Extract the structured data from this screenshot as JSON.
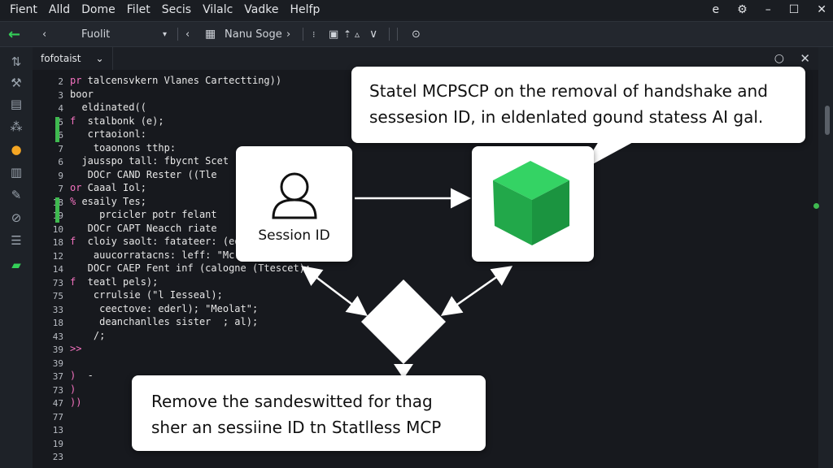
{
  "menubar": {
    "items": [
      "Fient",
      "Alld",
      "Dome",
      "Filet",
      "Secis",
      "Vilalc",
      "Vadke",
      "Helfp"
    ],
    "win_controls": [
      "e",
      "⚙",
      "–",
      "☐",
      "✕"
    ]
  },
  "toolbar": {
    "file_label": "Fuolit",
    "page_label": "Nanu Soge"
  },
  "tab": {
    "label": "fofotaist",
    "chevron": "⌄"
  },
  "editor": {
    "line_numbers": [
      "2",
      "3",
      "4",
      "5",
      "6",
      "7",
      "6",
      "9",
      "7",
      "18",
      "19",
      "10",
      "18",
      "12",
      "14",
      "73",
      "75",
      "33",
      "18",
      "43",
      "39",
      "39",
      "37",
      "73",
      "47",
      "77",
      "13",
      "19",
      "23"
    ],
    "code_lines": [
      {
        "k": "pr",
        "t": " talcensvkern Vlanes Cartectting))"
      },
      {
        "k": "",
        "t": "boor"
      },
      {
        "k": "",
        "t": "  eldinated(("
      },
      {
        "k": "f",
        "t": "  stalbonk (e);"
      },
      {
        "k": "",
        "t": "   crtaoionl:"
      },
      {
        "k": "",
        "t": "    toaonons tthp:"
      },
      {
        "k": "",
        "t": "  jausspo tall: fbycnt Scet"
      },
      {
        "k": "",
        "t": "   DOCr CAND Rester ((Tle"
      },
      {
        "k": "or",
        "t": " Caaal Iol;"
      },
      {
        "k": "%",
        "t": " esaily Tes;"
      },
      {
        "k": "",
        "t": "     prcicler potr felant"
      },
      {
        "k": "",
        "t": "   DOCr CAPT Neacch riate"
      },
      {
        "k": "f",
        "t": "  cloiy saolt: fatateer: (eol);"
      },
      {
        "k": "",
        "t": "    auucorratacns: leff: \"Mcroker); );"
      },
      {
        "k": "",
        "t": "   DOCr CAEP Fent inf (calogne (Ttescet);"
      },
      {
        "k": "f",
        "t": "  teatl pels);"
      },
      {
        "k": "",
        "t": "    crrulsie (\"l Iesseal);"
      },
      {
        "k": "",
        "t": "     ceectove: ederl); \"Meolat\";"
      },
      {
        "k": "",
        "t": "     deanchanlles sister  ; al);"
      },
      {
        "k": "",
        "t": "    /;"
      },
      {
        "k": ">>",
        "t": ""
      },
      {
        "k": "",
        "t": ""
      },
      {
        "k": ")",
        "t": "  -"
      },
      {
        "k": ")",
        "t": ""
      },
      {
        "k": "))",
        "t": ""
      }
    ]
  },
  "callout_text": "Statel MCPSCP on the removal of handshake and sessesion ID, in eldenlated gound statess AI gal.",
  "session_label": "Session ID",
  "bottom_text": "Remove the sandeswitted for thag sher an sessiine ID tn Statlless MCP",
  "colors": {
    "accent": "#22c55e",
    "keyword": "#f472c0"
  }
}
